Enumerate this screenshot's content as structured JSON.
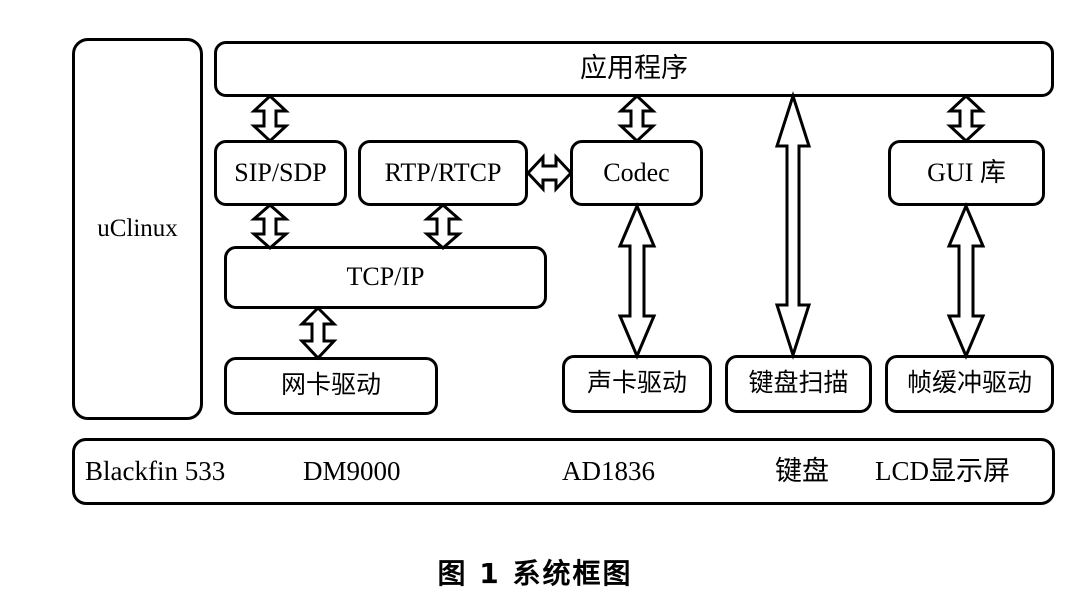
{
  "figure": {
    "caption": "图 1  系统框图",
    "caption_number": "图 1",
    "caption_title": "系统框图"
  },
  "blocks": {
    "os": {
      "label": "uClinux"
    },
    "application": {
      "label": "应用程序"
    },
    "sip_sdp": {
      "label": "SIP/SDP"
    },
    "rtp_rtcp": {
      "label": "RTP/RTCP"
    },
    "codec": {
      "label": "Codec"
    },
    "gui_lib": {
      "label": "GUI 库"
    },
    "tcp_ip": {
      "label": "TCP/IP"
    },
    "nic_driver": {
      "label": "网卡驱动"
    },
    "sound_driver": {
      "label": "声卡驱动"
    },
    "keyboard_scan": {
      "label": "键盘扫描"
    },
    "framebuffer_driver": {
      "label": "帧缓冲驱动"
    }
  },
  "hardware": {
    "items": [
      {
        "label": "Blackfin 533"
      },
      {
        "label": "DM9000"
      },
      {
        "label": "AD1836"
      },
      {
        "label": "键盘"
      },
      {
        "label": "LCD显示屏"
      }
    ]
  },
  "connections": [
    {
      "name": "app-to-sip",
      "from": "应用程序",
      "to": "SIP/SDP",
      "direction": "bidirectional",
      "orientation": "vertical"
    },
    {
      "name": "app-to-codec",
      "from": "应用程序",
      "to": "Codec",
      "direction": "bidirectional",
      "orientation": "vertical"
    },
    {
      "name": "app-to-keyboard-scan",
      "from": "应用程序",
      "to": "键盘扫描",
      "direction": "bidirectional",
      "orientation": "vertical"
    },
    {
      "name": "app-to-gui",
      "from": "应用程序",
      "to": "GUI 库",
      "direction": "bidirectional",
      "orientation": "vertical"
    },
    {
      "name": "sip-to-tcpip",
      "from": "SIP/SDP",
      "to": "TCP/IP",
      "direction": "bidirectional",
      "orientation": "vertical"
    },
    {
      "name": "rtp-to-tcpip",
      "from": "RTP/RTCP",
      "to": "TCP/IP",
      "direction": "bidirectional",
      "orientation": "vertical"
    },
    {
      "name": "rtp-to-codec",
      "from": "RTP/RTCP",
      "to": "Codec",
      "direction": "bidirectional",
      "orientation": "horizontal"
    },
    {
      "name": "tcpip-to-nic",
      "from": "TCP/IP",
      "to": "网卡驱动",
      "direction": "bidirectional",
      "orientation": "vertical"
    },
    {
      "name": "codec-to-sound",
      "from": "Codec",
      "to": "声卡驱动",
      "direction": "bidirectional",
      "orientation": "vertical"
    },
    {
      "name": "gui-to-framebuffer",
      "from": "GUI 库",
      "to": "帧缓冲驱动",
      "direction": "bidirectional",
      "orientation": "vertical"
    }
  ],
  "colors": {
    "stroke": "#000000",
    "background": "#ffffff",
    "fill": "#ffffff"
  }
}
